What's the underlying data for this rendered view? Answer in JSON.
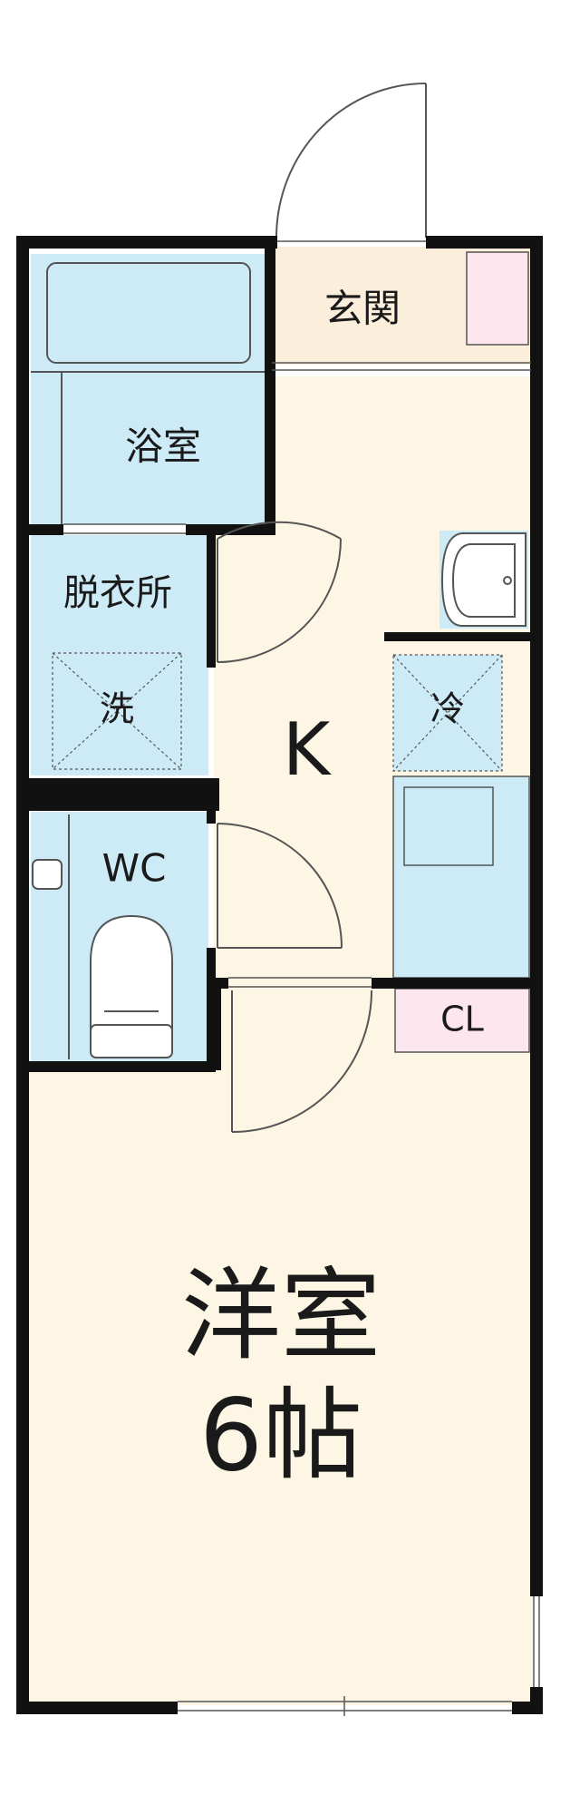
{
  "rooms": {
    "entrance": "玄関",
    "bathroom": "浴室",
    "dressing_room": "脱衣所",
    "washer": "洗",
    "toilet": "WC",
    "kitchen": "K",
    "fridge": "冷",
    "closet": "CL",
    "western_room": "洋室",
    "western_room_size": "6帖"
  },
  "colors": {
    "wall": "#111111",
    "floor_wood": "#fdf6e4",
    "wet_area": "#cdeaf7",
    "entrance_tile": "#fbefdc",
    "closet_pink": "#fde6ee",
    "line": "#555555"
  }
}
